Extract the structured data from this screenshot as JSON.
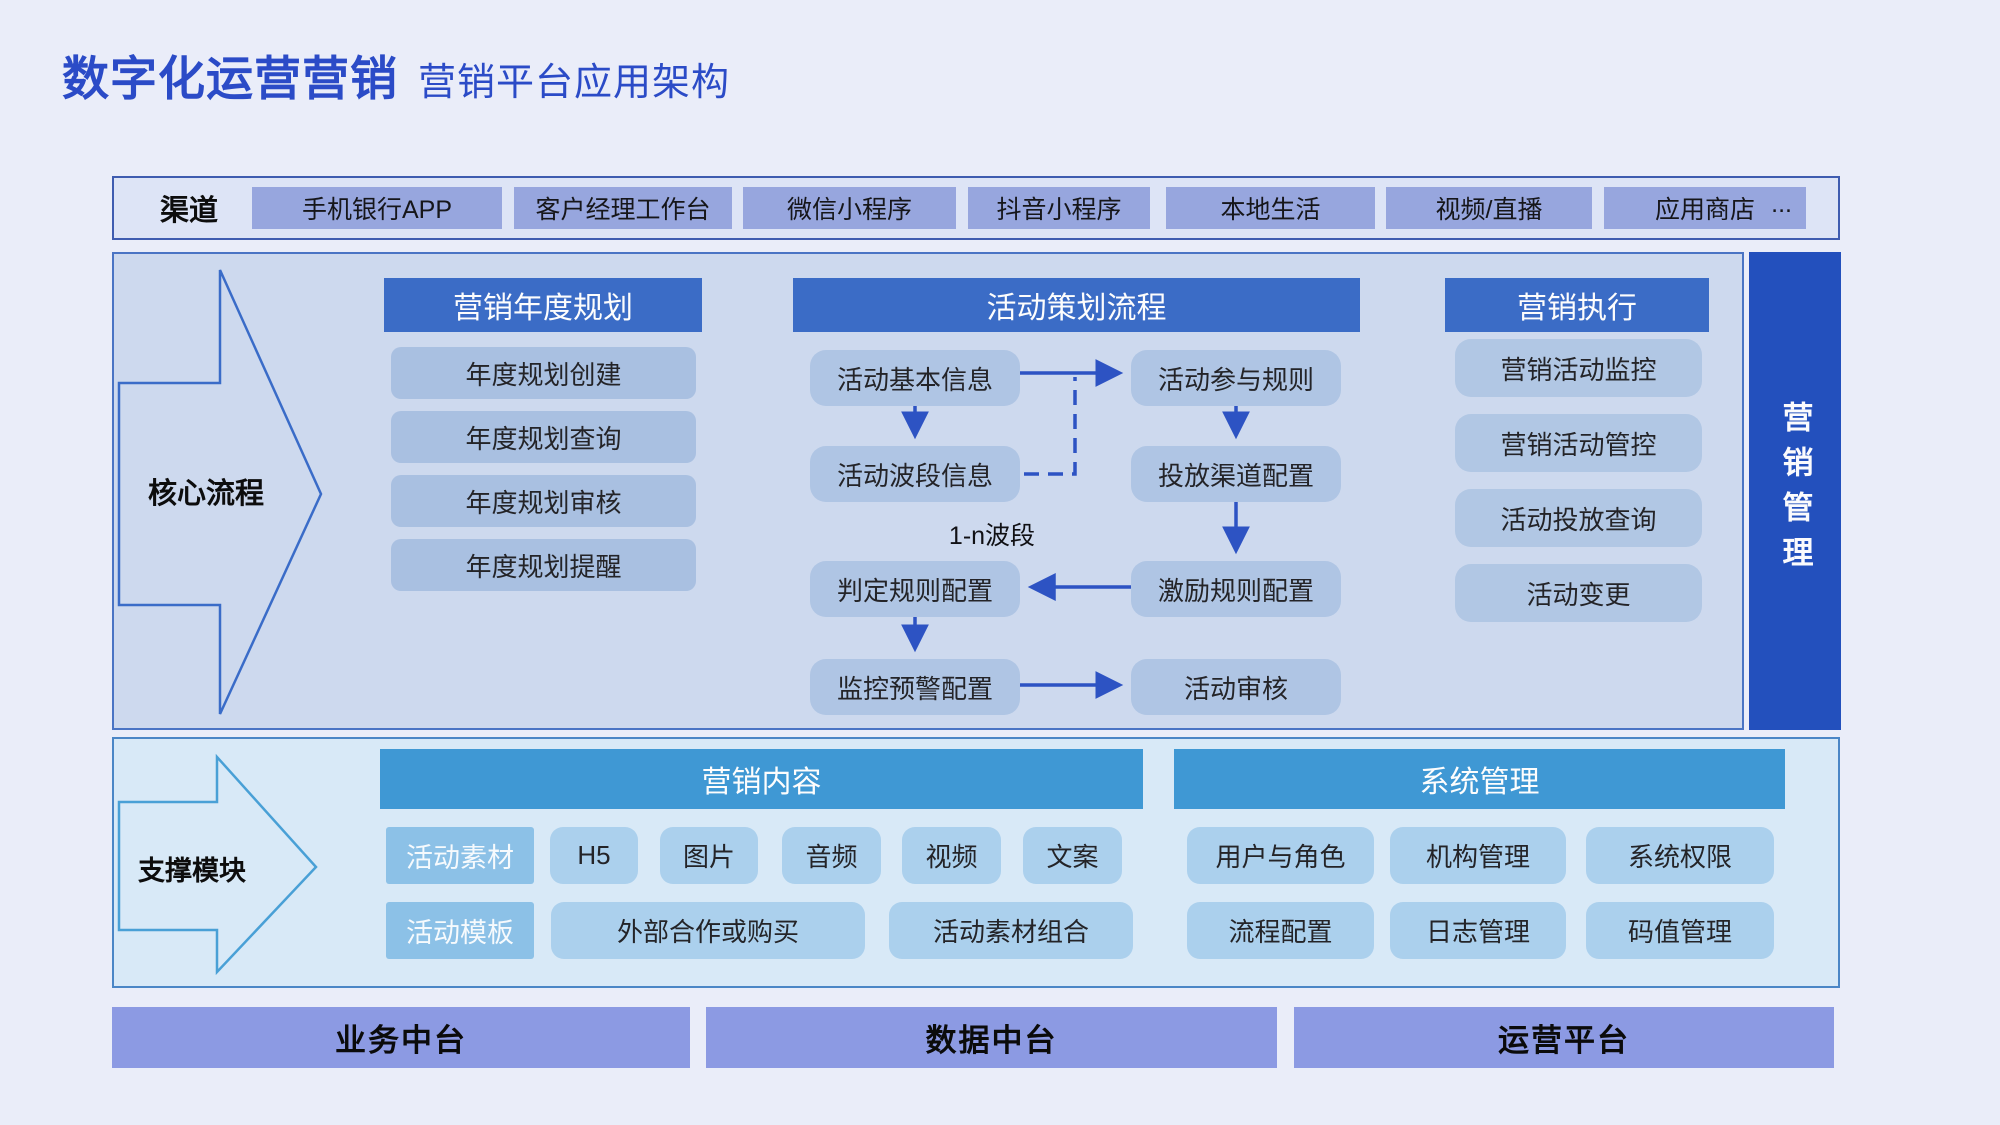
{
  "title": {
    "primary": "数字化运营营销",
    "secondary": "营销平台应用架构"
  },
  "channels": {
    "label": "渠道",
    "items": [
      "手机银行APP",
      "客户经理工作台",
      "微信小程序",
      "抖音小程序",
      "本地生活",
      "视频/直播",
      "应用商店"
    ],
    "more": "..."
  },
  "core": {
    "arrow_label": "核心流程",
    "sidebar_label": "营销管理",
    "planning": {
      "header": "营销年度规划",
      "items": [
        "年度规划创建",
        "年度规划查询",
        "年度规划审核",
        "年度规划提醒"
      ]
    },
    "flow": {
      "header": "活动策划流程",
      "nodes": {
        "basic_info": "活动基本信息",
        "participate_rule": "活动参与规则",
        "wave_info": "活动波段信息",
        "channel_config": "投放渠道配置",
        "judge_rule": "判定规则配置",
        "incentive_rule": "激励规则配置",
        "monitor_config": "监控预警配置",
        "activity_audit": "活动审核"
      },
      "annotation": "1-n波段"
    },
    "execution": {
      "header": "营销执行",
      "items": [
        "营销活动监控",
        "营销活动管控",
        "活动投放查询",
        "活动变更"
      ]
    }
  },
  "support": {
    "arrow_label": "支撑模块",
    "content": {
      "header": "营销内容",
      "row1_label": "活动素材",
      "row1_items": [
        "H5",
        "图片",
        "音频",
        "视频",
        "文案"
      ],
      "row2_label": "活动模板",
      "row2_items": [
        "外部合作或购买",
        "活动素材组合"
      ]
    },
    "system": {
      "header": "系统管理",
      "row1_items": [
        "用户与角色",
        "机构管理",
        "系统权限"
      ],
      "row2_items": [
        "流程配置",
        "日志管理",
        "码值管理"
      ]
    }
  },
  "platforms": [
    "业务中台",
    "数据中台",
    "运营平台"
  ],
  "colors": {
    "page_bg": "#eaedf9",
    "title_blue": "#2b4bc7",
    "channel_box": "#97a6de",
    "core_header_blue": "#3b6cc6",
    "core_item_blue": "#a9c0e1",
    "flow_arrow_blue": "#2d53c3",
    "sidebar_blue": "#2350bd",
    "support_header_blue": "#3f98d4",
    "support_item_blue": "#abd0ed",
    "support_label_blue": "#8cc1e7",
    "platform_box": "#8c9ae3"
  }
}
